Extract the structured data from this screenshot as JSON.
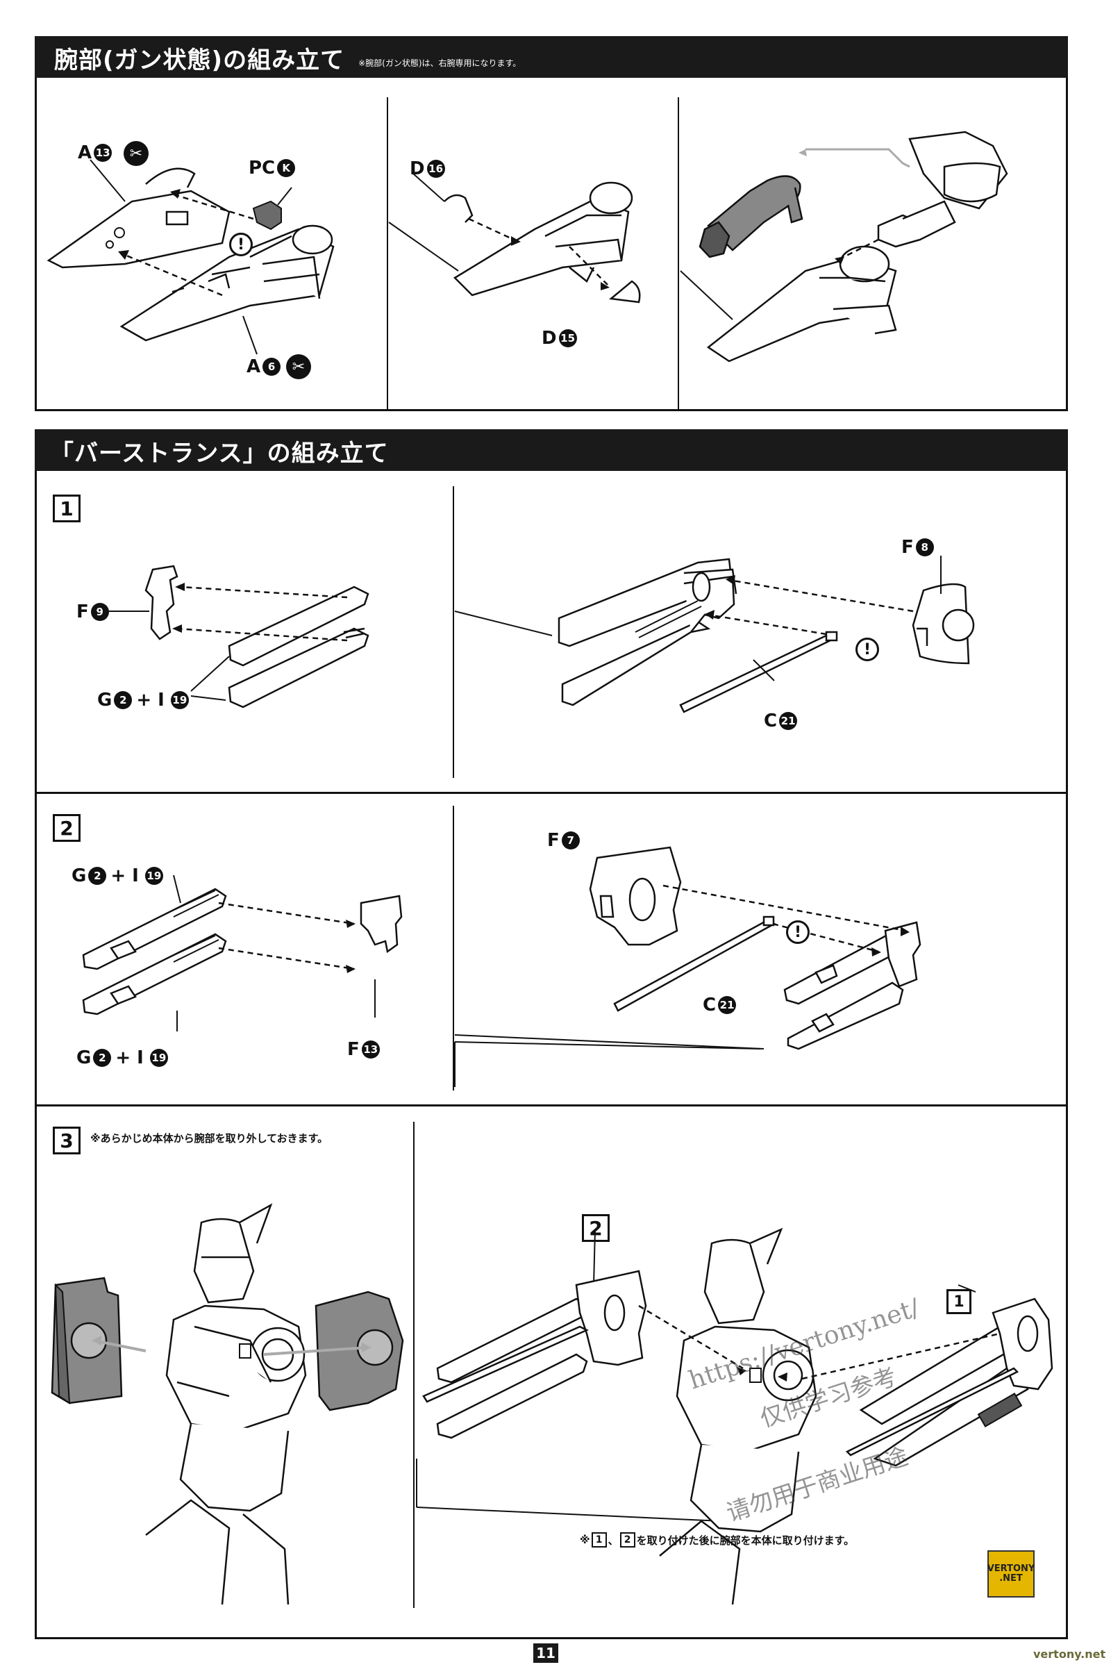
{
  "arm": {
    "title": "腕部(ガン状態)の組み立て",
    "note": "※腕部(ガン状態)は、右腕専用になります。",
    "labels": {
      "a13": "A",
      "a13_num": "13",
      "pck": "PC",
      "pck_num": "K",
      "a6": "A",
      "a6_num": "6",
      "d16": "D",
      "d16_num": "16",
      "d15": "D",
      "d15_num": "15"
    }
  },
  "burst": {
    "title": "「バーストランス」の組み立て",
    "step1": {
      "num": "1",
      "f9": "F",
      "f9_num": "9",
      "g2": "G",
      "g2_num": "2",
      "plus": "+ I",
      "i19": "19",
      "f8": "F",
      "f8_num": "8",
      "c21": "C",
      "c21_num": "21"
    },
    "step2": {
      "num": "2",
      "g2a": "G",
      "g2a_num": "2",
      "plus_a": "+ I",
      "i19a": "19",
      "g2b": "G",
      "g2b_num": "2",
      "plus_b": "+ I",
      "i19b": "19",
      "f13": "F",
      "f13_num": "13",
      "f7": "F",
      "f7_num": "7",
      "c21": "C",
      "c21_num": "21"
    },
    "step3": {
      "num": "3",
      "note": "※あらかじめ本体から腕部を取り外しておきます。",
      "ref": "2",
      "footer_prefix": "※",
      "footer_a": "1",
      "footer_sep": "、",
      "footer_b": "2",
      "footer_suffix": "を取り付けた後に腕部を本体に取り付けます。"
    }
  },
  "caution_mark": "!",
  "page_number": "11",
  "logo": {
    "line1": "VERTONY",
    "line2": ".NET"
  },
  "watermark": {
    "line1": "https://vertony.net/",
    "line2": "仅供学习参考",
    "line3": "请勿用于商业用途"
  },
  "site": "vertony.net"
}
